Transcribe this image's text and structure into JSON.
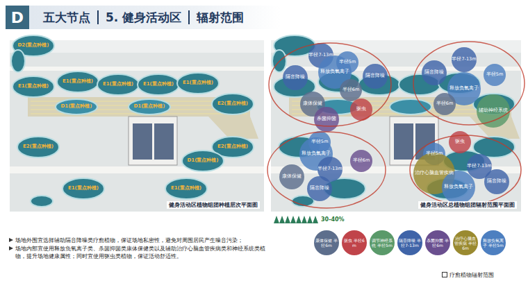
{
  "diagram": {
    "nodes": [
      {
        "text": [
          "五大节点",
          "5. 健身活动区",
          "辐射范围"
        ]
      },
      {
        "text": [
          "D"
        ],
        "in": 0
      },
      {
        "text": [
          "健身活动区植物组团种植层次平面图"
        ]
      },
      {
        "text": [
          "健身活动区总植物组团辐射范围平面图"
        ]
      }
    ],
    "labels": [
      "D2(重点种植)",
      "E1(重点种植)",
      "E1(重点种植)",
      "E1(重点种植)",
      "E1(重点种植)",
      "E1(重点种植)",
      "E2(重点种植)",
      "D1(重点种植)",
      "D1(重点种植)",
      "E2(重点种植)",
      "E2(重点种植)",
      "D1(重点种植)",
      "E1(重点种植)",
      "E1(重点种植)",
      "半径7-13m",
      "隔音降噪",
      "释放负氧离子",
      "半径5m",
      "隔音降噪",
      "半径6m",
      "康体保健",
      "杀菌抑菌",
      "驱虫",
      "半径7-13m",
      "隔音降噪",
      "半径5m",
      "释放负氧离子",
      "辅助神经系统",
      "半径6m",
      "半径5m",
      "释放负氧离子",
      "半径7-13m",
      "康体保健",
      "半径6m",
      "隔音降噪",
      "驱虫",
      "半径5m",
      "治疗心脑血管疾病",
      "半径7-13m",
      "释放负氧离子",
      "隔音降噪",
      "30-40%",
      "场地外围宜选择辅助隔音降噪类疗愈植物，保证场地私密性，避免对周围居民产生噪音污染；",
      "场地内部宜使用释放负氧离子类、杀菌抑菌类康体保健类以及辅助治疗心脑血管疾病类和神经系统类植物，提升场地健康属性；同时宜使用驱虫类植物，保证活动舒适性。"
    ],
    "legend": [
      {
        "text": "康体保健 半径6m",
        "color": "#5d6e8c"
      },
      {
        "text": "驱虫 半径6m",
        "color": "#c0444a"
      },
      {
        "text": "调节神经系统 半径5m",
        "color": "#5a9a6a"
      },
      {
        "text": "隔音降噪 半径7-13m",
        "color": "#3f64a8"
      },
      {
        "text": "杀菌抑菌 半径6m",
        "color": "#6a4f8f"
      },
      {
        "text": "治疗心脑血管疾病 半径6m",
        "color": "#9a8a30"
      },
      {
        "text": "释放负氧离子 半径5m",
        "color": "#4d7fc0"
      },
      {
        "text": "疗愈植物辐射范围"
      }
    ]
  }
}
